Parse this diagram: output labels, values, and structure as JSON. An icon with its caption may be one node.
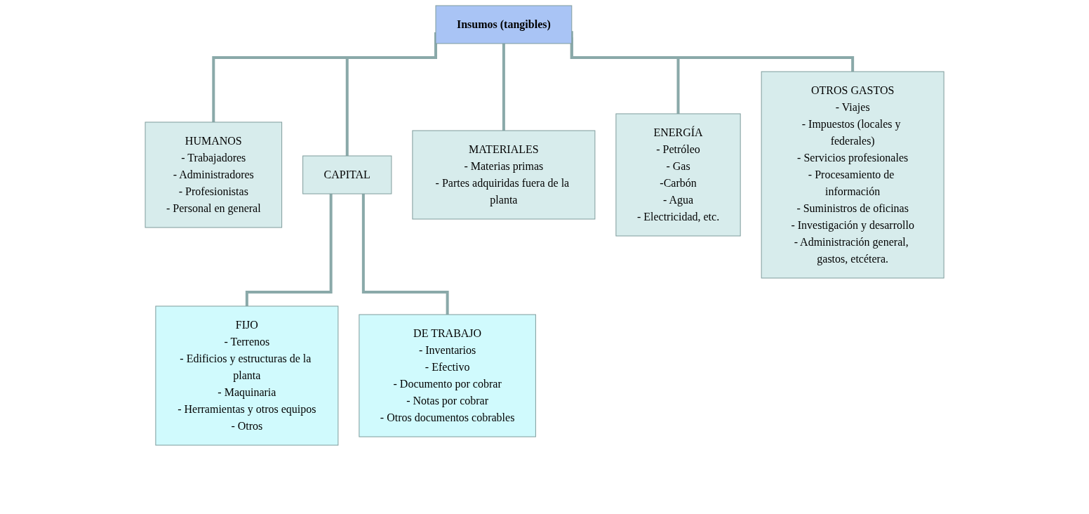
{
  "diagram": {
    "nodes": [
      {
        "text": [
          "Insumos (tangibles)"
        ]
      },
      {
        "text": [
          "HUMANOS",
          "- Trabajadores",
          "- Administradores",
          "- Profesionistas",
          "- Personal en general"
        ]
      },
      {
        "text": [
          "CAPITAL"
        ]
      },
      {
        "text": [
          "FIJO",
          "- Terrenos",
          "- Edificios y estructuras de la planta",
          "- Maquinaria",
          "- Herramientas y otros equipos",
          "- Otros"
        ]
      },
      {
        "text": [
          "DE TRABAJO",
          "- Inventarios",
          "- Efectivo",
          "- Documento por cobrar",
          "- Notas por cobrar",
          "- Otros documentos cobrables"
        ]
      },
      {
        "text": [
          "MATERIALES",
          "- Materias primas",
          "- Partes adquiridas fuera de la planta"
        ]
      },
      {
        "text": [
          "ENERGÍA",
          "- Petróleo",
          "- Gas",
          "-Carbón",
          "- Agua",
          "- Electricidad, etc."
        ]
      },
      {
        "text": [
          "OTROS GASTOS",
          "- Viajes",
          "- Impuestos (locales y federales)",
          "- Servicios profesionales",
          "- Procesamiento de información",
          "- Suministros de oficinas",
          "- Investigación y desarrollo",
          "- Administración general, gastos, etcétera."
        ]
      }
    ],
    "edges": [
      {
        "from": 0,
        "to": 1,
        "arrow": "none"
      },
      {
        "from": 0,
        "to": 2,
        "arrow": "none"
      },
      {
        "from": 0,
        "to": 5,
        "arrow": "none"
      },
      {
        "from": 0,
        "to": 6,
        "arrow": "none"
      },
      {
        "from": 0,
        "to": 7,
        "arrow": "none"
      },
      {
        "from": 2,
        "to": 3,
        "arrow": "none"
      },
      {
        "from": 2,
        "to": 4,
        "arrow": "none"
      }
    ]
  }
}
